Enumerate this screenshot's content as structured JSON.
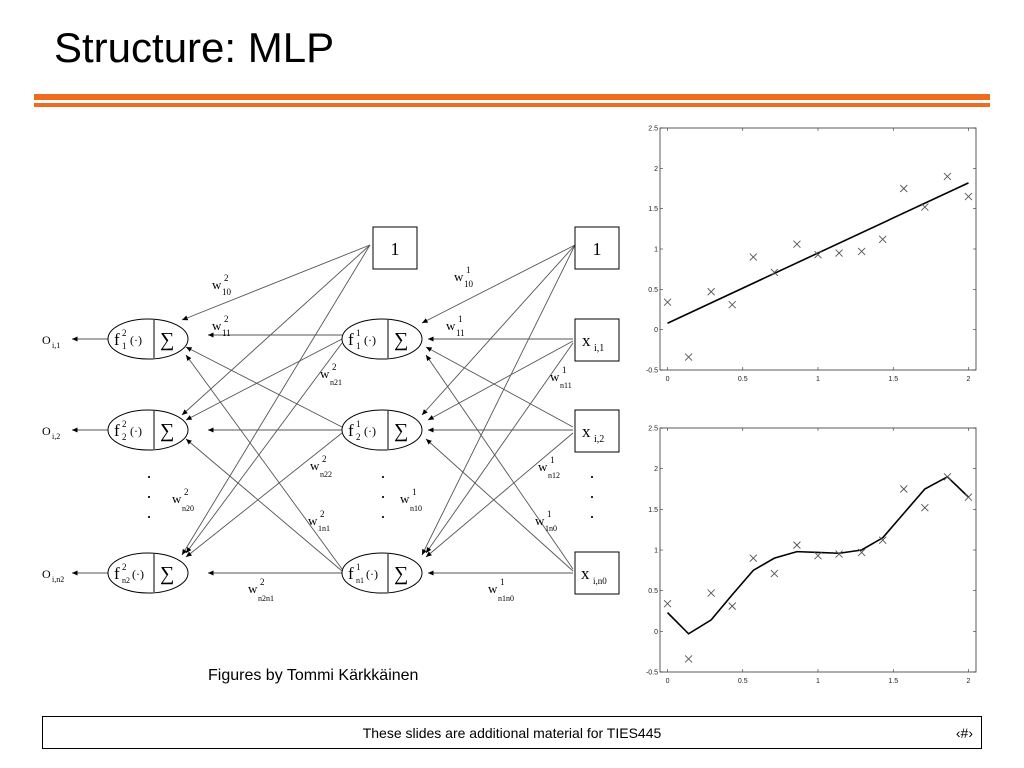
{
  "slide": {
    "title": "Structure: MLP",
    "credit": "Figures by Tommi Kärkkäinen",
    "footer_text": "These slides are additional material for TIES445",
    "slide_number": "‹#›",
    "colors": {
      "accent": "#f26b1d",
      "ink": "#000000"
    }
  },
  "network": {
    "bias_node": "1",
    "outputs": [
      {
        "base": "O",
        "sub": "i,1"
      },
      {
        "base": "O",
        "sub": "i,2"
      },
      {
        "base": "O",
        "sub": "i,n2"
      }
    ],
    "output_units": [
      {
        "f": "f",
        "sup": "2",
        "sub": "1"
      },
      {
        "f": "f",
        "sup": "2",
        "sub": "2"
      },
      {
        "f": "f",
        "sup": "2",
        "sub": "n2"
      }
    ],
    "hidden_units": [
      {
        "f": "f",
        "sup": "1",
        "sub": "1"
      },
      {
        "f": "f",
        "sup": "1",
        "sub": "2"
      },
      {
        "f": "f",
        "sup": "1",
        "sub": "n1"
      }
    ],
    "inputs": [
      {
        "base": "x",
        "sub": "i,1"
      },
      {
        "base": "x",
        "sub": "i,2"
      },
      {
        "base": "x",
        "sub": "i,n0"
      }
    ],
    "sum_symbol": "∑",
    "arg_symbol": "(·)",
    "dots": "·",
    "weights_layer2": [
      {
        "base": "w",
        "sup": "2",
        "sub": "10"
      },
      {
        "base": "w",
        "sup": "2",
        "sub": "11"
      },
      {
        "base": "w",
        "sup": "2",
        "sub": "n21"
      },
      {
        "base": "w",
        "sup": "2",
        "sub": "n22"
      },
      {
        "base": "w",
        "sup": "2",
        "sub": "n20"
      },
      {
        "base": "w",
        "sup": "2",
        "sub": "1n1"
      },
      {
        "base": "w",
        "sup": "2",
        "sub": "n2n1"
      }
    ],
    "weights_layer1": [
      {
        "base": "w",
        "sup": "1",
        "sub": "10"
      },
      {
        "base": "w",
        "sup": "1",
        "sub": "11"
      },
      {
        "base": "w",
        "sup": "1",
        "sub": "n11"
      },
      {
        "base": "w",
        "sup": "1",
        "sub": "n12"
      },
      {
        "base": "w",
        "sup": "1",
        "sub": "n10"
      },
      {
        "base": "w",
        "sup": "1",
        "sub": "1n0"
      },
      {
        "base": "w",
        "sup": "1",
        "sub": "n1n0"
      }
    ]
  },
  "chart_data": [
    {
      "type": "scatter",
      "xlim": [
        -0.05,
        2.05
      ],
      "ylim": [
        -0.5,
        2.5
      ],
      "xticks": [
        "0",
        "0.5",
        "1",
        "1.5",
        "2"
      ],
      "yticks": [
        "-0.5",
        "0",
        "0.5",
        "1",
        "1.5",
        "2",
        "2.5"
      ],
      "x": [
        0,
        0.14,
        0.29,
        0.43,
        0.57,
        0.71,
        0.86,
        1.0,
        1.14,
        1.29,
        1.43,
        1.57,
        1.71,
        1.86,
        2.0
      ],
      "y": [
        0.34,
        -0.34,
        0.47,
        0.31,
        0.9,
        0.71,
        1.06,
        0.93,
        0.95,
        0.97,
        1.12,
        1.75,
        1.52,
        1.9,
        1.65
      ],
      "fit": {
        "x": [
          0,
          2.0
        ],
        "y": [
          0.08,
          1.82
        ]
      },
      "grid": false
    },
    {
      "type": "scatter",
      "xlim": [
        -0.05,
        2.05
      ],
      "ylim": [
        -0.5,
        2.5
      ],
      "xticks": [
        "0",
        "0.5",
        "1",
        "1.5",
        "2"
      ],
      "yticks": [
        "-0.5",
        "0",
        "0.5",
        "1",
        "1.5",
        "2",
        "2.5"
      ],
      "x": [
        0,
        0.14,
        0.29,
        0.43,
        0.57,
        0.71,
        0.86,
        1.0,
        1.14,
        1.29,
        1.43,
        1.57,
        1.71,
        1.86,
        2.0
      ],
      "y": [
        0.34,
        -0.34,
        0.47,
        0.31,
        0.9,
        0.71,
        1.06,
        0.93,
        0.95,
        0.97,
        1.12,
        1.75,
        1.52,
        1.9,
        1.65
      ],
      "fit": {
        "x": [
          0,
          0.14,
          0.29,
          0.43,
          0.57,
          0.71,
          0.86,
          1.0,
          1.14,
          1.29,
          1.43,
          1.57,
          1.71,
          1.86,
          2.0
        ],
        "y": [
          0.23,
          -0.03,
          0.14,
          0.45,
          0.75,
          0.9,
          0.98,
          0.97,
          0.96,
          1.0,
          1.15,
          1.45,
          1.75,
          1.9,
          1.65
        ]
      },
      "grid": false
    }
  ]
}
